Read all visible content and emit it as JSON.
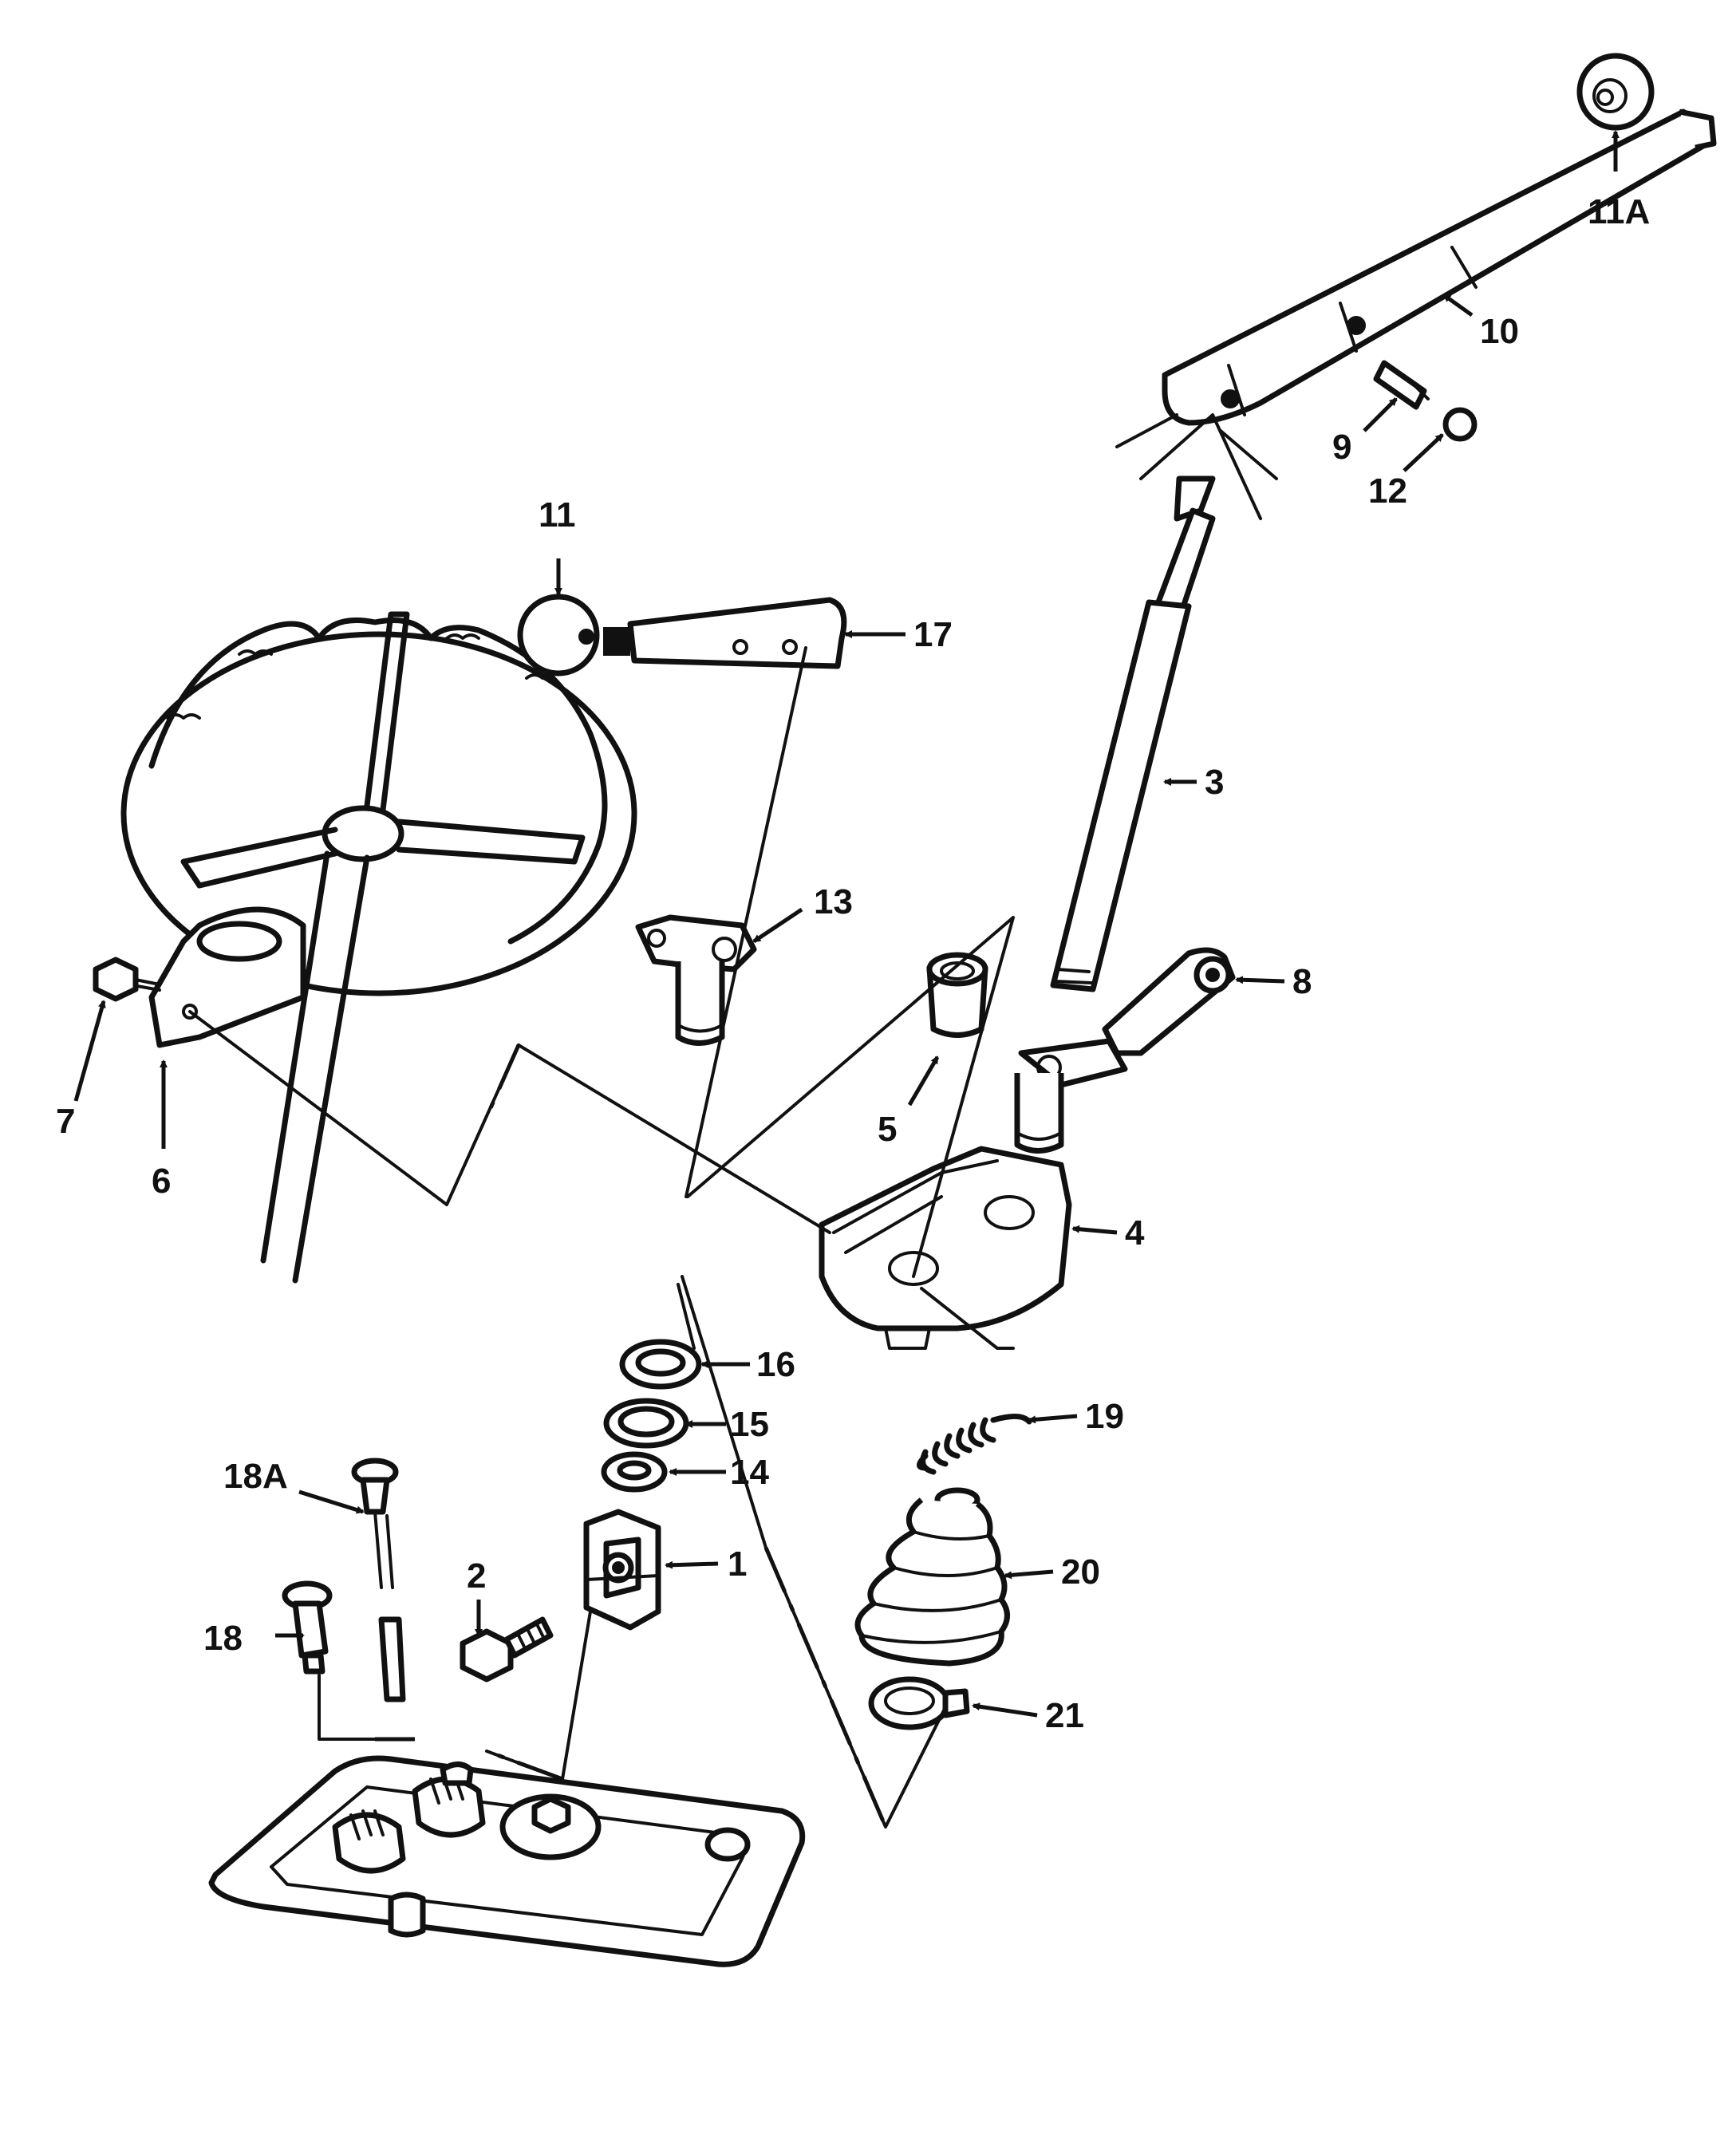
{
  "callouts": [
    {
      "id": "c1",
      "label": "1"
    },
    {
      "id": "c2",
      "label": "2"
    },
    {
      "id": "c3",
      "label": "3"
    },
    {
      "id": "c4",
      "label": "4"
    },
    {
      "id": "c5",
      "label": "5"
    },
    {
      "id": "c6",
      "label": "6"
    },
    {
      "id": "c7",
      "label": "7"
    },
    {
      "id": "c8",
      "label": "8"
    },
    {
      "id": "c9",
      "label": "9"
    },
    {
      "id": "c10",
      "label": "10"
    },
    {
      "id": "c11",
      "label": "11"
    },
    {
      "id": "c11a",
      "label": "11A"
    },
    {
      "id": "c12",
      "label": "12"
    },
    {
      "id": "c13",
      "label": "13"
    },
    {
      "id": "c14",
      "label": "14"
    },
    {
      "id": "c15",
      "label": "15"
    },
    {
      "id": "c16",
      "label": "16"
    },
    {
      "id": "c17",
      "label": "17"
    },
    {
      "id": "c18",
      "label": "18"
    },
    {
      "id": "c18a",
      "label": "18A"
    },
    {
      "id": "c19",
      "label": "19"
    },
    {
      "id": "c20",
      "label": "20"
    },
    {
      "id": "c21",
      "label": "21"
    }
  ]
}
